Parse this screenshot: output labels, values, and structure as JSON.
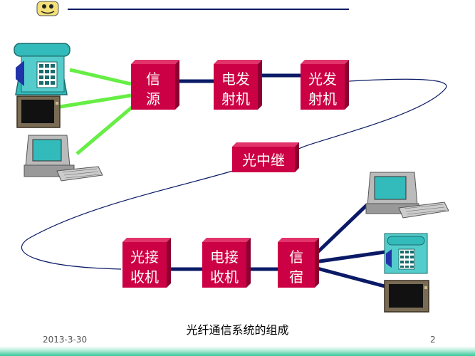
{
  "diagram": {
    "caption": "光纤通信系统的组成",
    "nodes": {
      "source_line1": "信",
      "source_line2": "源",
      "etx_line1": "电发",
      "etx_line2": "射机",
      "otx_line1": "光发",
      "otx_line2": "射机",
      "repeater": "光中继",
      "orx_line1": "光接",
      "orx_line2": "收机",
      "erx_line1": "电接",
      "erx_line2": "收机",
      "sink_line1": "信",
      "sink_line2": "宿"
    }
  },
  "footer": {
    "date": "2013-3-30",
    "page": "2"
  },
  "colors": {
    "box_front": "#cc0044",
    "box_top": "#e2336a",
    "box_side": "#8a0030",
    "link": "#0a1a66",
    "green_link": "#66ee44",
    "teal": "#33bbbb"
  }
}
